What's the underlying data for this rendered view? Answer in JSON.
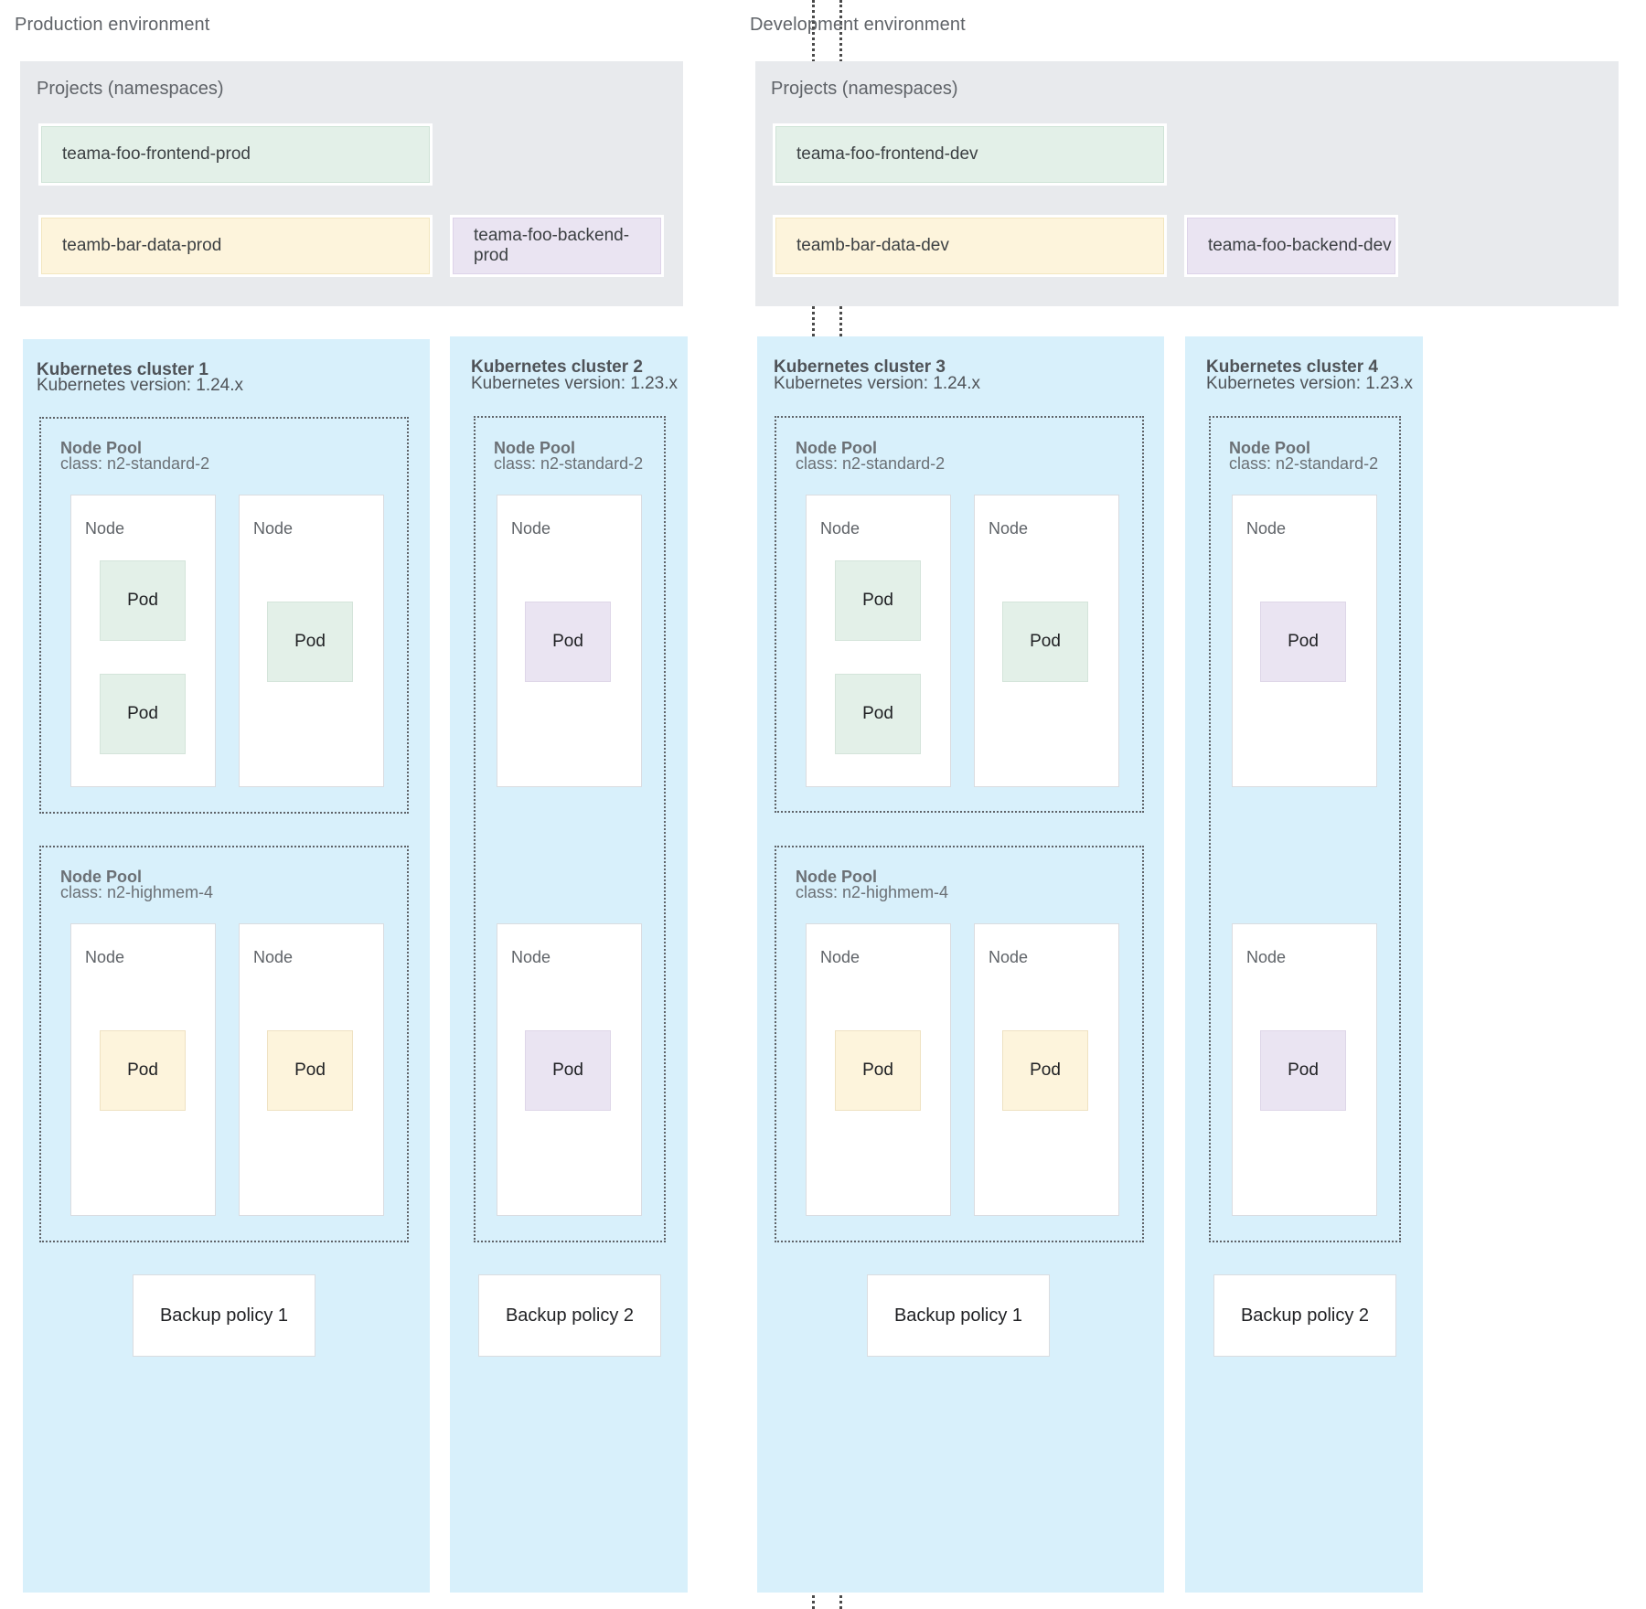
{
  "environments": [
    {
      "id": "production",
      "title": "Production environment",
      "projects": {
        "label": "Projects (namespaces)",
        "items": [
          {
            "name": "teama-foo-frontend-prod",
            "color": "green"
          },
          {
            "name": "teamb-bar-data-prod",
            "color": "yellow"
          },
          {
            "name": "teama-foo-backend-prod",
            "color": "purple"
          }
        ]
      },
      "clusters": [
        {
          "title": "Kubernetes cluster 1",
          "version": "Kubernetes version: 1.24.x",
          "nodepools": [
            {
              "title": "Node Pool",
              "class": "class: n2-standard-2"
            },
            {
              "title": "Node Pool",
              "class": "class: n2-highmem-4"
            }
          ],
          "node_label": "Node",
          "pod_label": "Pod",
          "backup": "Backup policy 1"
        },
        {
          "title": "Kubernetes cluster 2",
          "version": "Kubernetes version: 1.23.x",
          "nodepools": [
            {
              "title": "Node Pool",
              "class": "class: n2-standard-2"
            }
          ],
          "node_label": "Node",
          "pod_label": "Pod",
          "backup": "Backup policy 2"
        }
      ]
    },
    {
      "id": "development",
      "title": "Development environment",
      "projects": {
        "label": "Projects (namespaces)",
        "items": [
          {
            "name": "teama-foo-frontend-dev",
            "color": "green"
          },
          {
            "name": "teamb-bar-data-dev",
            "color": "yellow"
          },
          {
            "name": "teama-foo-backend-dev",
            "color": "purple"
          }
        ]
      },
      "clusters": [
        {
          "title": "Kubernetes cluster 3",
          "version": "Kubernetes version: 1.24.x",
          "nodepools": [
            {
              "title": "Node Pool",
              "class": "class: n2-standard-2"
            },
            {
              "title": "Node Pool",
              "class": "class: n2-highmem-4"
            }
          ],
          "node_label": "Node",
          "pod_label": "Pod",
          "backup": "Backup policy 1"
        },
        {
          "title": "Kubernetes cluster 4",
          "version": "Kubernetes version: 1.23.x",
          "nodepools": [
            {
              "title": "Node Pool",
              "class": "class: n2-standard-2"
            }
          ],
          "node_label": "Node",
          "pod_label": "Pod",
          "backup": "Backup policy 2"
        }
      ]
    }
  ],
  "colors": {
    "cluster_bg": "#d8f0fb",
    "projects_bg": "#e8eaed",
    "pod_green": "#e3f0e8",
    "pod_yellow": "#fdf4dc",
    "pod_purple": "#eae4f2",
    "text_muted": "#5f6368",
    "divider": "#4a4a4a"
  }
}
